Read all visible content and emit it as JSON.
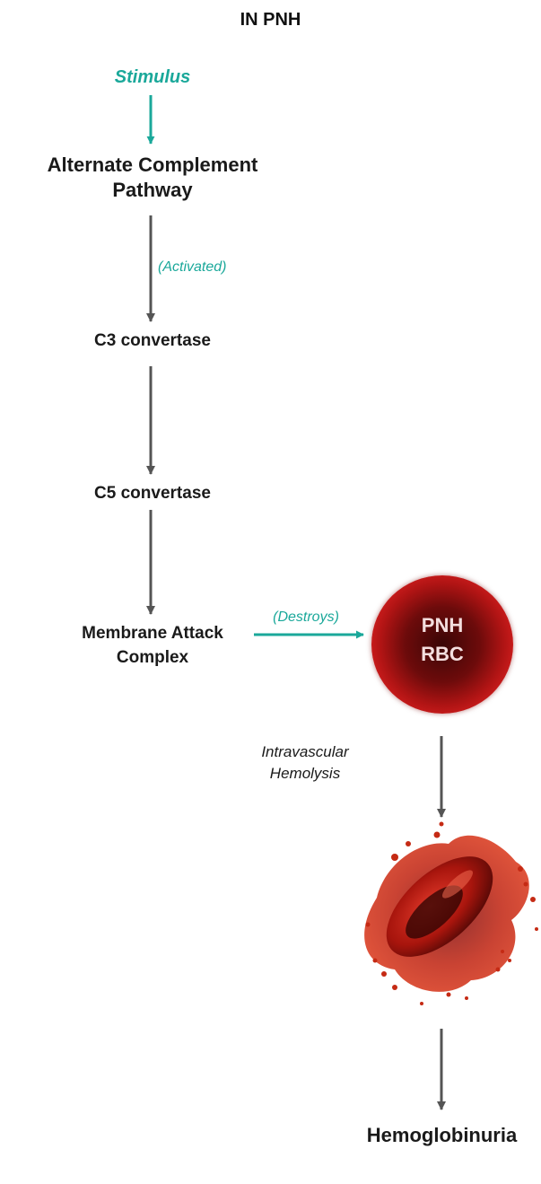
{
  "title": "IN PNH",
  "colors": {
    "teal": "#1aa89a",
    "gray_arrow": "#555555",
    "rbc_red": "#b01414",
    "text": "#111111"
  },
  "nodes": {
    "stimulus": "Stimulus",
    "alternate_pathway_line1": "Alternate Complement",
    "alternate_pathway_line2": "Pathway",
    "c3": "C3 convertase",
    "c5": "C5 convertase",
    "mac_line1": "Membrane Attack",
    "mac_line2": "Complex",
    "rbc_line1": "PNH",
    "rbc_line2": "RBC",
    "hemolysis_line1": "Intravascular",
    "hemolysis_line2": "Hemolysis",
    "hemoglobinuria": "Hemoglobinuria"
  },
  "edge_labels": {
    "activated": "(Activated)",
    "destroys": "(Destroys)"
  },
  "icons": {
    "rbc": "red-blood-cell-icon",
    "hemolysis": "ruptured-rbc-splatter-icon"
  }
}
